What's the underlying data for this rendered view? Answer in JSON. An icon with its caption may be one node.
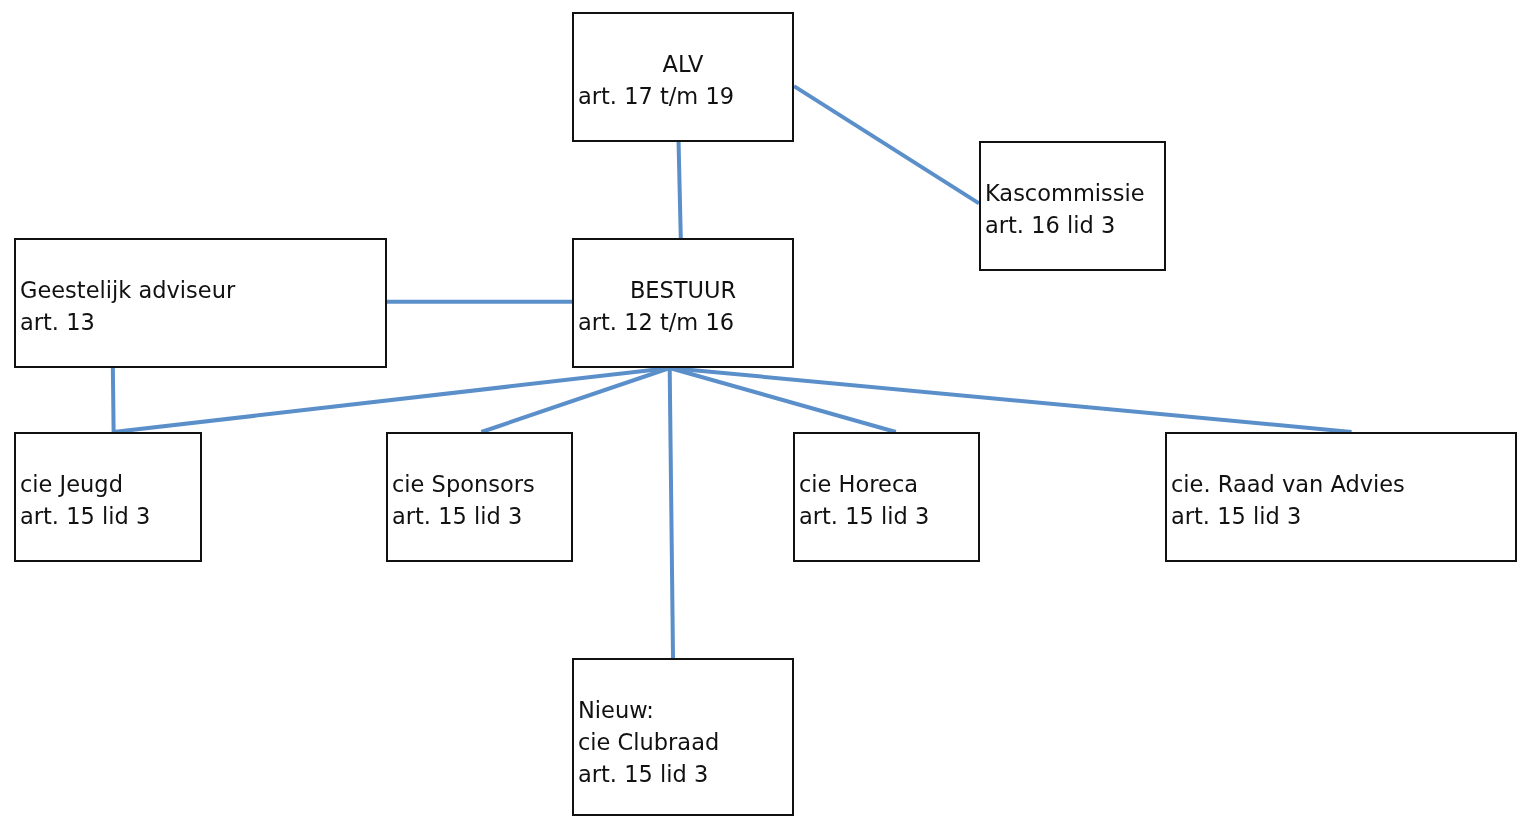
{
  "diagram": {
    "nodes": [
      {
        "text": [
          "ALV",
          "art. 17 t/m 19"
        ]
      },
      {
        "text": [
          "Kascommissie",
          "art. 16 lid 3"
        ]
      },
      {
        "text": [
          "Geestelijk adviseur",
          "art. 13"
        ]
      },
      {
        "text": [
          "BESTUUR",
          "art. 12 t/m 16"
        ]
      },
      {
        "text": [
          "cie Jeugd",
          "art. 15 lid 3"
        ]
      },
      {
        "text": [
          "cie Sponsors",
          "art. 15 lid 3"
        ]
      },
      {
        "text": [
          "cie Horeca",
          "art. 15 lid 3"
        ]
      },
      {
        "text": [
          "cie. Raad van Advies",
          "art. 15 lid 3"
        ]
      },
      {
        "text": [
          "Nieuw:",
          "cie Clubraad",
          "art. 15 lid 3"
        ]
      }
    ],
    "edges": [
      {
        "from": 0,
        "to": 3,
        "arrow": "none"
      },
      {
        "from": 0,
        "to": 1,
        "arrow": "none"
      },
      {
        "from": 2,
        "to": 3,
        "arrow": "none"
      },
      {
        "from": 2,
        "to": 4,
        "arrow": "none"
      },
      {
        "from": 3,
        "to": 4,
        "arrow": "none"
      },
      {
        "from": 3,
        "to": 5,
        "arrow": "none"
      },
      {
        "from": 3,
        "to": 6,
        "arrow": "none"
      },
      {
        "from": 3,
        "to": 7,
        "arrow": "none"
      },
      {
        "from": 3,
        "to": 8,
        "arrow": "none"
      }
    ]
  }
}
